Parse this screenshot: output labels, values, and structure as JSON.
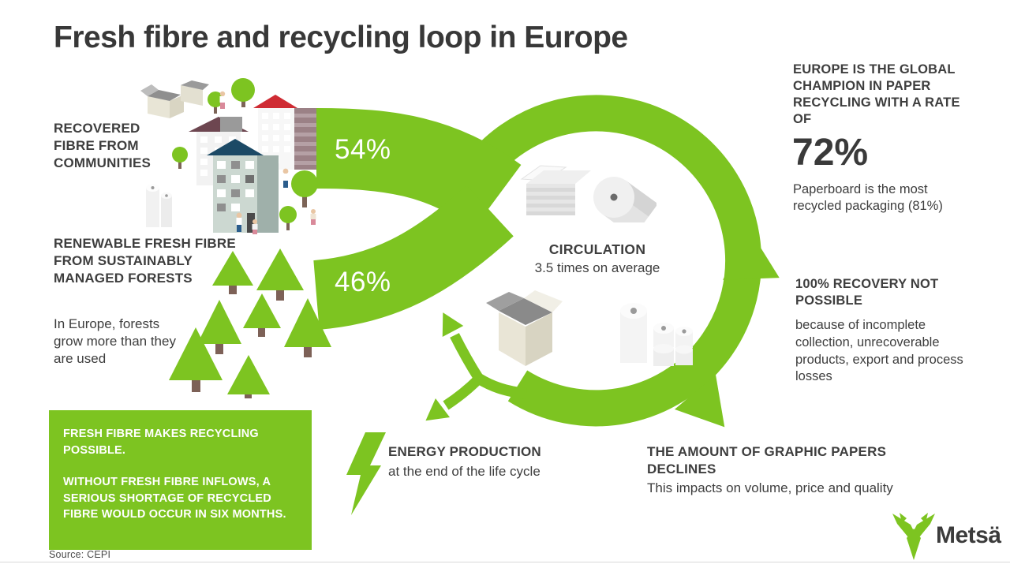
{
  "title": "Fresh fibre and recycling loop in Europe",
  "colors": {
    "accent_green": "#7DC421",
    "dark_text": "#3C3C3C",
    "red_roof": "#CF2B33",
    "blue_roof": "#1C4A66"
  },
  "left": {
    "recovered_heading": "RECOVERED FIBRE FROM COMMUNITIES",
    "renewable_heading": "RENEWABLE FRESH FIBRE FROM SUSTAINABLY MANAGED FORESTS",
    "forests_note": "In Europe, forests grow more than they are used",
    "callout_para1": "FRESH FIBRE MAKES RECYCLING POSSIBLE.",
    "callout_para2": "WITHOUT FRESH FIBRE INFLOWS, A SERIOUS SHORTAGE OF RECYCLED FIBRE WOULD OCCUR IN SIX MONTHS.",
    "source": "Source: CEPI"
  },
  "loop": {
    "recovered_share": "54%",
    "fresh_share": "46%"
  },
  "center": {
    "circulation_title": "CIRCULATION",
    "circulation_sub": "3.5 times on average"
  },
  "right": {
    "champion_heading": "EUROPE IS THE GLOBAL CHAMPION IN PAPER RECYCLING WITH A RATE OF",
    "champion_rate": "72%",
    "paperboard_note": "Paperboard is the most recycled packaging (81%)",
    "recovery_heading": "100% RECOVERY NOT POSSIBLE",
    "recovery_note": "because of incomplete collection, unrecoverable products, export and process losses"
  },
  "bottom": {
    "energy_heading": "ENERGY PRODUCTION",
    "energy_sub": "at the end of the life cycle",
    "graphic_heading": "THE AMOUNT OF GRAPHIC PAPERS DECLINES",
    "graphic_sub": "This impacts on volume, price and quality"
  },
  "brand": {
    "logo_text": "Metsä"
  }
}
